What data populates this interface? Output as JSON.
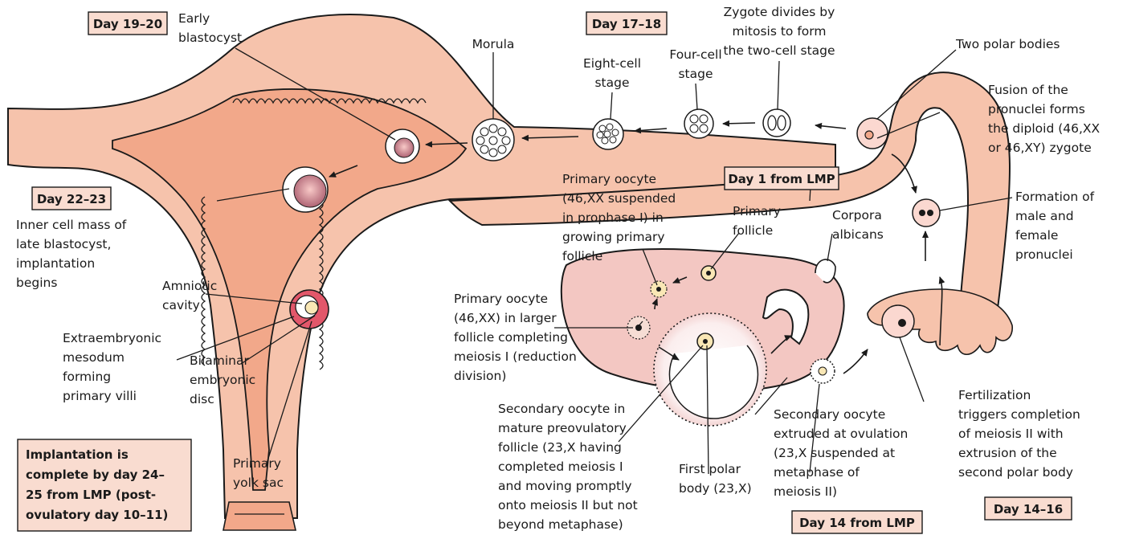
{
  "colors": {
    "tissue_light": "#f6c3ac",
    "tissue_mid": "#f2a88a",
    "cavity": "#efa287",
    "ovary": "#f3c7c2",
    "box_fill": "#f9dcd0",
    "outline": "#1a1a1a"
  },
  "boxes": {
    "day19_20": "Day 19–20",
    "day17_18": "Day 17–18",
    "day22_23": "Day 22–23",
    "day1": "Day 1 from LMP",
    "day14": "Day 14 from LMP",
    "day14_16": "Day 14–16",
    "implantation": [
      "Implantation is",
      "complete by day 24–",
      "25 from LMP (post-",
      "ovulatory day 10–11)"
    ]
  },
  "labels": {
    "early_blastocyst": [
      "Early",
      "blastocyst"
    ],
    "morula": "Morula",
    "eight_cell": [
      "Eight-cell",
      "stage"
    ],
    "four_cell": [
      "Four-cell",
      "stage"
    ],
    "zygote_divides": [
      "Zygote divides by",
      "mitosis to form",
      "the two-cell stage"
    ],
    "two_polar": "Two polar bodies",
    "fusion": [
      "Fusion of the",
      "pronuclei forms",
      "the diploid (46,XX",
      "or 46,XY) zygote"
    ],
    "formation": [
      "Formation of",
      "male and",
      "female",
      "pronuclei"
    ],
    "primary_oocyte_prophase": [
      "Primary oocyte",
      "(46,XX suspended",
      "in prophase I) in",
      "growing primary",
      "follicle"
    ],
    "primary_follicle": [
      "Primary",
      "follicle"
    ],
    "corpora": [
      "Corpora",
      "albicans"
    ],
    "inner_cell_mass": [
      "Inner cell mass of",
      "late blastocyst,",
      "implantation",
      "begins"
    ],
    "amniotic": [
      "Amniotic",
      "cavity"
    ],
    "extraembryonic": [
      "Extraembryonic",
      "mesodum",
      "forming",
      "primary villi"
    ],
    "bilaminar": [
      "Bilaminar",
      "embryonic",
      "disc"
    ],
    "primary_yolk": [
      "Primary",
      "yolk sac"
    ],
    "primary_oocyte_larger": [
      "Primary oocyte",
      "(46,XX) in larger",
      "follicle completing",
      "meiosis I (reduction",
      "division)"
    ],
    "secondary_mature": [
      "Secondary oocyte in",
      "mature preovulatory",
      "follicle (23,X having",
      "completed meiosis I",
      "and moving promptly",
      "onto meiosis II but not",
      "beyond metaphase)"
    ],
    "first_polar": [
      "First polar",
      "body (23,X)"
    ],
    "secondary_extruded": [
      "Secondary oocyte",
      "extruded at ovulation",
      "(23,X suspended at",
      "metaphase of",
      "meiosis II)"
    ],
    "fertilization": [
      "Fertilization",
      "triggers completion",
      "of meiosis II with",
      "extrusion of the",
      "second polar body"
    ]
  }
}
